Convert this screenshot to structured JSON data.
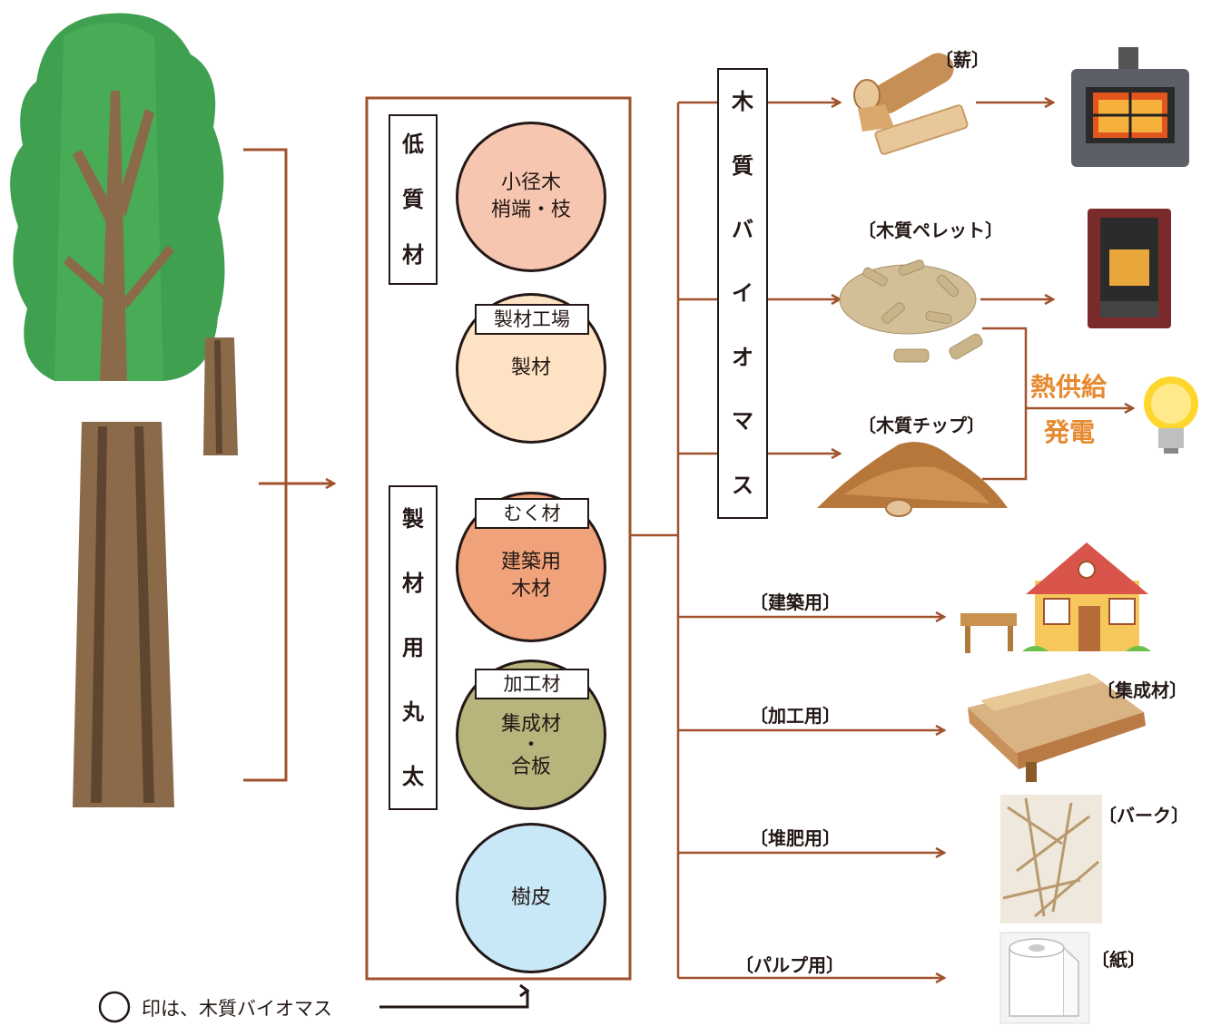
{
  "low_quality": {
    "chars": [
      "低",
      "質",
      "材"
    ]
  },
  "sawlog": {
    "chars": [
      "製",
      "材",
      "用",
      "丸",
      "太"
    ]
  },
  "biomass_label": {
    "chars": [
      "木",
      "質",
      "バ",
      "イ",
      "オ",
      "マ",
      "ス"
    ]
  },
  "circles": {
    "small_wood": {
      "line1": "小径木",
      "line2": "梢端・枝"
    },
    "lumber": {
      "tag": "製材工場",
      "text": "製材"
    },
    "solid": {
      "tag": "むく材",
      "line1": "建築用",
      "line2": "木材"
    },
    "processed": {
      "tag": "加工材",
      "line1": "集成材",
      "dot": "・",
      "line2": "合板"
    },
    "bark": {
      "text": "樹皮"
    }
  },
  "outputs": {
    "firewood": "〔薪〕",
    "pellet": "〔木質ペレット〕",
    "chip": "〔木質チップ〕",
    "heat": "熱供給",
    "power": "発電",
    "construction": "〔建築用〕",
    "processing": "〔加工用〕",
    "laminated": "〔集成材〕",
    "compost": "〔堆肥用〕",
    "bark_out": "〔バーク〕",
    "pulp": "〔パルプ用〕",
    "paper": "〔紙〕"
  },
  "legend": {
    "text": "印は、木質バイオマス"
  },
  "colors": {
    "arrow": "#a0522d",
    "heat_text": "#e6892f",
    "circle_small": "#f7c6b0",
    "circle_lumber": "#fde2c4",
    "circle_solid": "#f0a27a",
    "circle_processed": "#b7b47c",
    "circle_bark": "#c8e8f8"
  }
}
